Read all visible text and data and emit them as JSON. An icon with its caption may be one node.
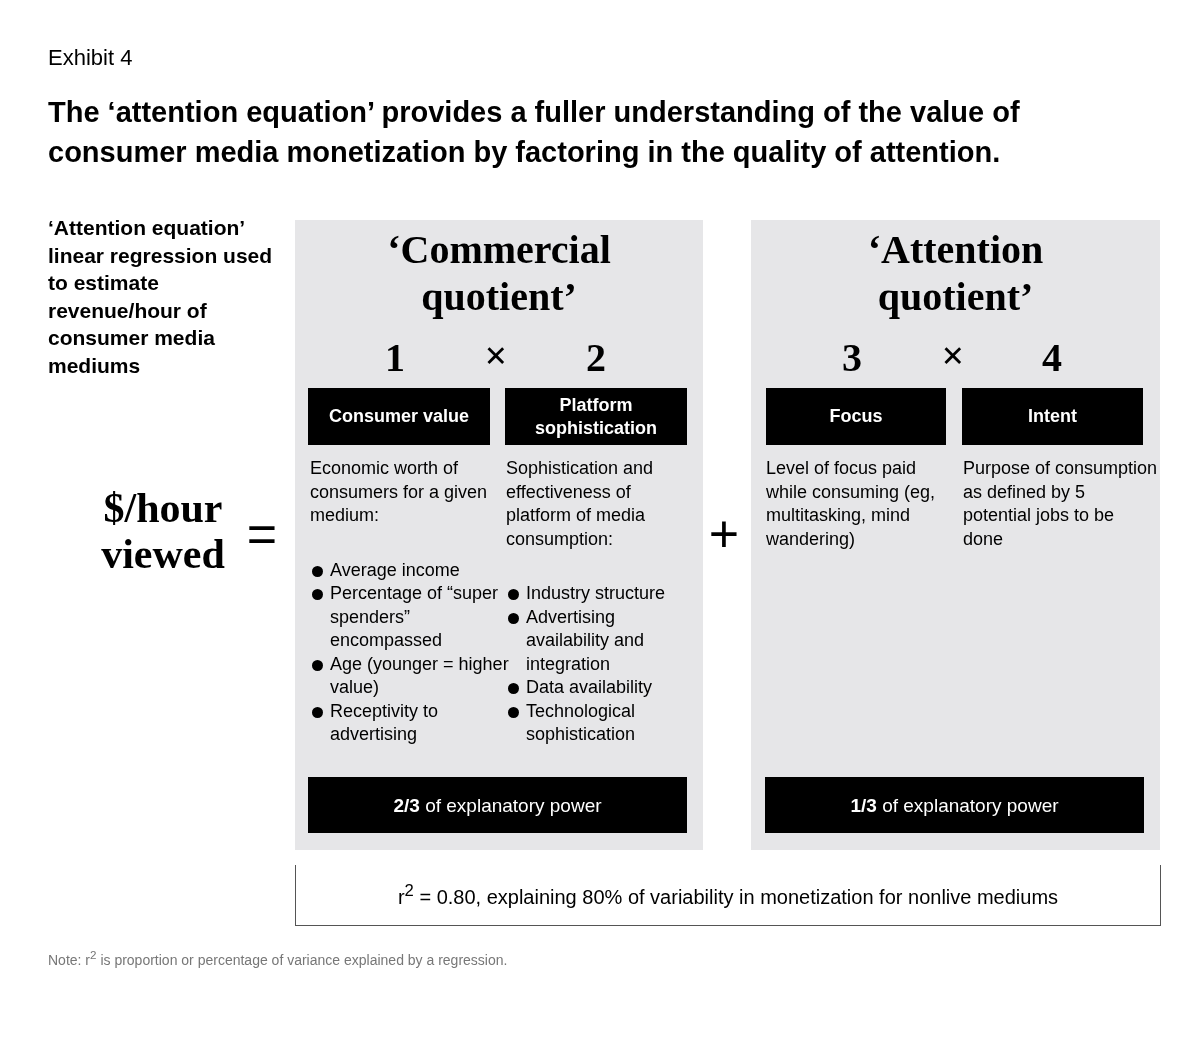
{
  "diagram": {
    "title": "The ‘attention equation’ provides a fuller understanding of the value of consumer media monetization by factoring in the quality of attention.",
    "nodes": [
      {
        "text": [
          "‘Commercial quotient’"
        ]
      },
      {
        "text": [
          "Consumer value"
        ],
        "in": 0,
        "beside": [
          "Economic worth of consumers for a given medium:",
          "Average income",
          "Percentage of “super spenders” encompassed",
          "Age (younger = higher value)",
          "Receptivity to advertising"
        ]
      },
      {
        "text": [
          "Platform sophistication"
        ],
        "in": 0,
        "beside": [
          "Sophistication and effectiveness of platform of media consumption:",
          "Industry structure",
          "Advertising availability and integration",
          "Data availability",
          "Technological sophistication"
        ]
      },
      {
        "text": [
          "**2/3** of explanatory power"
        ],
        "in": 0
      },
      {
        "text": [
          "‘Attention quotient’"
        ]
      },
      {
        "text": [
          "Focus"
        ],
        "in": 4,
        "beside": [
          "Level of focus paid while consuming (eg, multitasking, mind wandering)"
        ]
      },
      {
        "text": [
          "Intent"
        ],
        "in": 4,
        "beside": [
          "Purpose of consumption as defined by 5 potential jobs to be done"
        ]
      },
      {
        "text": [
          "**1/3** of explanatory power"
        ],
        "in": 4
      },
      {
        "text": [
          "r$^{2}$ = 0.80, explaining 80% of variability in monetization for nonlive mediums"
        ]
      }
    ],
    "edges": [],
    "labels": [
      "Exhibit 4",
      "‘Attention equation’ linear regression used to estimate revenue/hour of consumer media mediums",
      "1",
      "×",
      "2",
      "3",
      "×",
      "4",
      "$/hour viewed",
      "=",
      "+",
      "Note: r$^{2}$ is proportion or percentage of variance explained by a regression."
    ]
  }
}
